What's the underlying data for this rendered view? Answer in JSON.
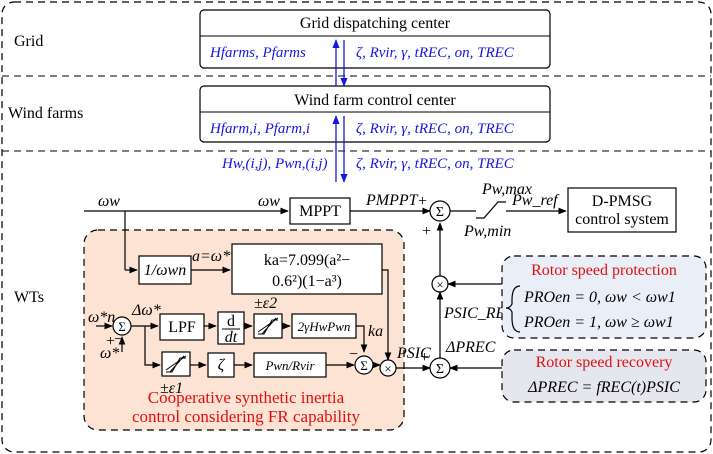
{
  "layers": {
    "grid": "Grid",
    "wind_farms": "Wind farms",
    "wts": "WTs"
  },
  "boxes": {
    "grid_center": "Grid dispatching center",
    "farm_center": "Wind farm control center",
    "mppt": "MPPT",
    "lpf": "LPF",
    "dmsg_line1": "D-PMSG",
    "dmsg_line2": "control system",
    "inertia_inv": "1/ωwn",
    "ka_formula_line1": "ka=7.099(a²−",
    "ka_formula_line2": "0.6²)(1−a³)",
    "deriv_top": "d",
    "deriv_bottom": "dt",
    "gain_2gamma": "2γHwPwn",
    "zeta": "ζ",
    "pwn_rvir": "Pwn/Rvir"
  },
  "signals": {
    "grid_left": "Hfarms, Pfarms",
    "grid_right": "ζ, Rvir, γ, tREC, on, TREC",
    "farm_left": "Hfarm,i, Pfarm,i",
    "farm_right": "ζ, Rvir, γ, tREC, on, TREC",
    "wt_left": "Hw,(i,j), Pwn,(i,j)",
    "wt_right": "ζ, Rvir, γ, tREC, on, TREC",
    "omega_w_1": "ωw",
    "omega_w_2": "ωw",
    "p_mppt": "PMPPT",
    "pw_max": "Pw,max",
    "pw_min": "Pw,min",
    "pw_ref": "Pw_ref",
    "a_eq": "a=ω*w",
    "omega_n_star": "ω*n",
    "delta_omega_star": "Δω*",
    "omega_star": "ω*",
    "pm_eps2": "±ε2",
    "pm_eps1": "±ε1",
    "ka_label": "ka",
    "p_sic": "PSIC",
    "p_sic_rec": "PSIC_REC",
    "delta_p_rec": "ΔPREC",
    "sign_plus_1": "+",
    "sign_plus_2": "+",
    "sign_plus_3": "+",
    "sign_plus_4": "+",
    "sign_minus_1": "−",
    "sign_minus_2": "−"
  },
  "protection": {
    "title": "Rotor speed protection",
    "line1": "PROen = 0, ωw < ωw1",
    "line2": "PROen = 1, ωw ≥ ωw1"
  },
  "recovery": {
    "title": "Rotor speed recovery",
    "formula": "ΔPREC = fREC(t)PSIC"
  },
  "inertia_block": {
    "caption_line1": "Cooperative synthetic inertia",
    "caption_line2": "control considering FR capability"
  },
  "colors": {
    "blue_text": "#1515e6",
    "red_text": "#e01010",
    "inertia_fill": "#fde3d3",
    "panel_fill": "#eaeef7",
    "dark_fill": "#2b2b3a"
  }
}
